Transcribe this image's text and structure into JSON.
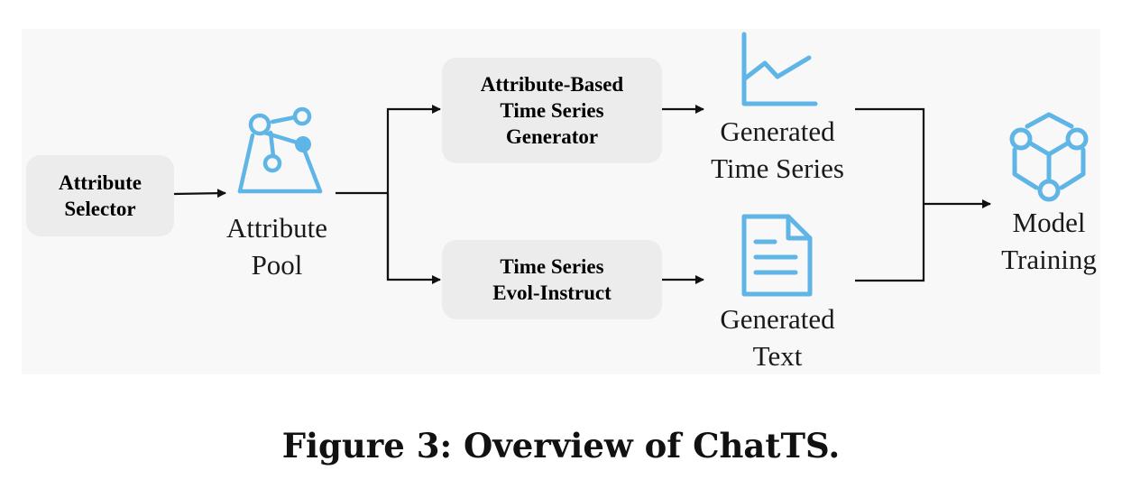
{
  "diagram": {
    "attribute_selector": "Attribute\nSelector",
    "attribute_pool": "Attribute\nPool",
    "ts_generator": "Attribute-Based\nTime Series\nGenerator",
    "evol_instruct": "Time Series\nEvol-Instruct",
    "generated_ts": "Generated\nTime Series",
    "generated_text": "Generated\nText",
    "model_training": "Model\nTraining"
  },
  "icons": {
    "pool": "network-triangle-icon",
    "chart": "line-chart-icon",
    "document": "document-icon",
    "model": "hexagon-network-icon"
  },
  "colors": {
    "icon": "#5fb5e6",
    "box": "#ececec",
    "panel": "#f8f8f8",
    "arrow": "#111111"
  },
  "caption": "Figure 3: Overview of ChatTS."
}
